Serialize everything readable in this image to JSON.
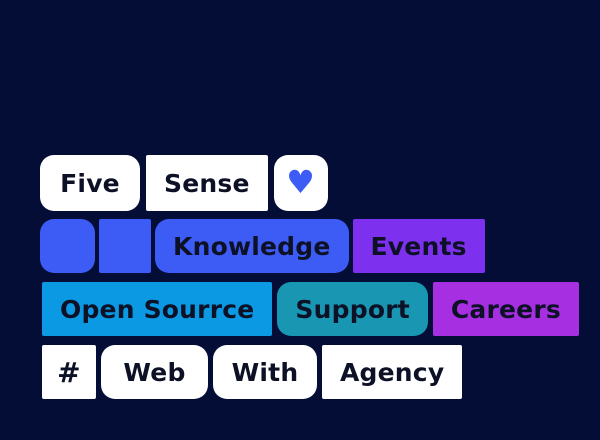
{
  "window": {
    "description": "Dark navy hero area with four rows of tag tiles"
  },
  "colors": {
    "bg": "#040D36",
    "text": "#0D1126",
    "white": "#FFFFFF",
    "blue": "#3D5CF5",
    "purple": "#7D30EE",
    "azure": "#0A99E2",
    "teal": "#1896B2",
    "magenta": "#A62FE2"
  },
  "icons": {
    "heart": {
      "name": "heart-icon",
      "glyph": "♥",
      "color": "#3D5CF5"
    }
  },
  "rows": [
    {
      "items": [
        {
          "label": "Five"
        },
        {
          "label": "Sense"
        },
        {
          "icon": "heart"
        }
      ]
    },
    {
      "items": [
        {
          "decorative": true
        },
        {
          "decorative": true
        },
        {
          "label": "Knowledge"
        },
        {
          "label": "Events"
        }
      ]
    },
    {
      "items": [
        {
          "label": "Open Sourrce"
        },
        {
          "label": "Support"
        },
        {
          "label": "Careers"
        }
      ]
    },
    {
      "items": [
        {
          "label": "#"
        },
        {
          "label": "Web"
        },
        {
          "label": "With"
        },
        {
          "label": "Agency"
        }
      ]
    }
  ]
}
